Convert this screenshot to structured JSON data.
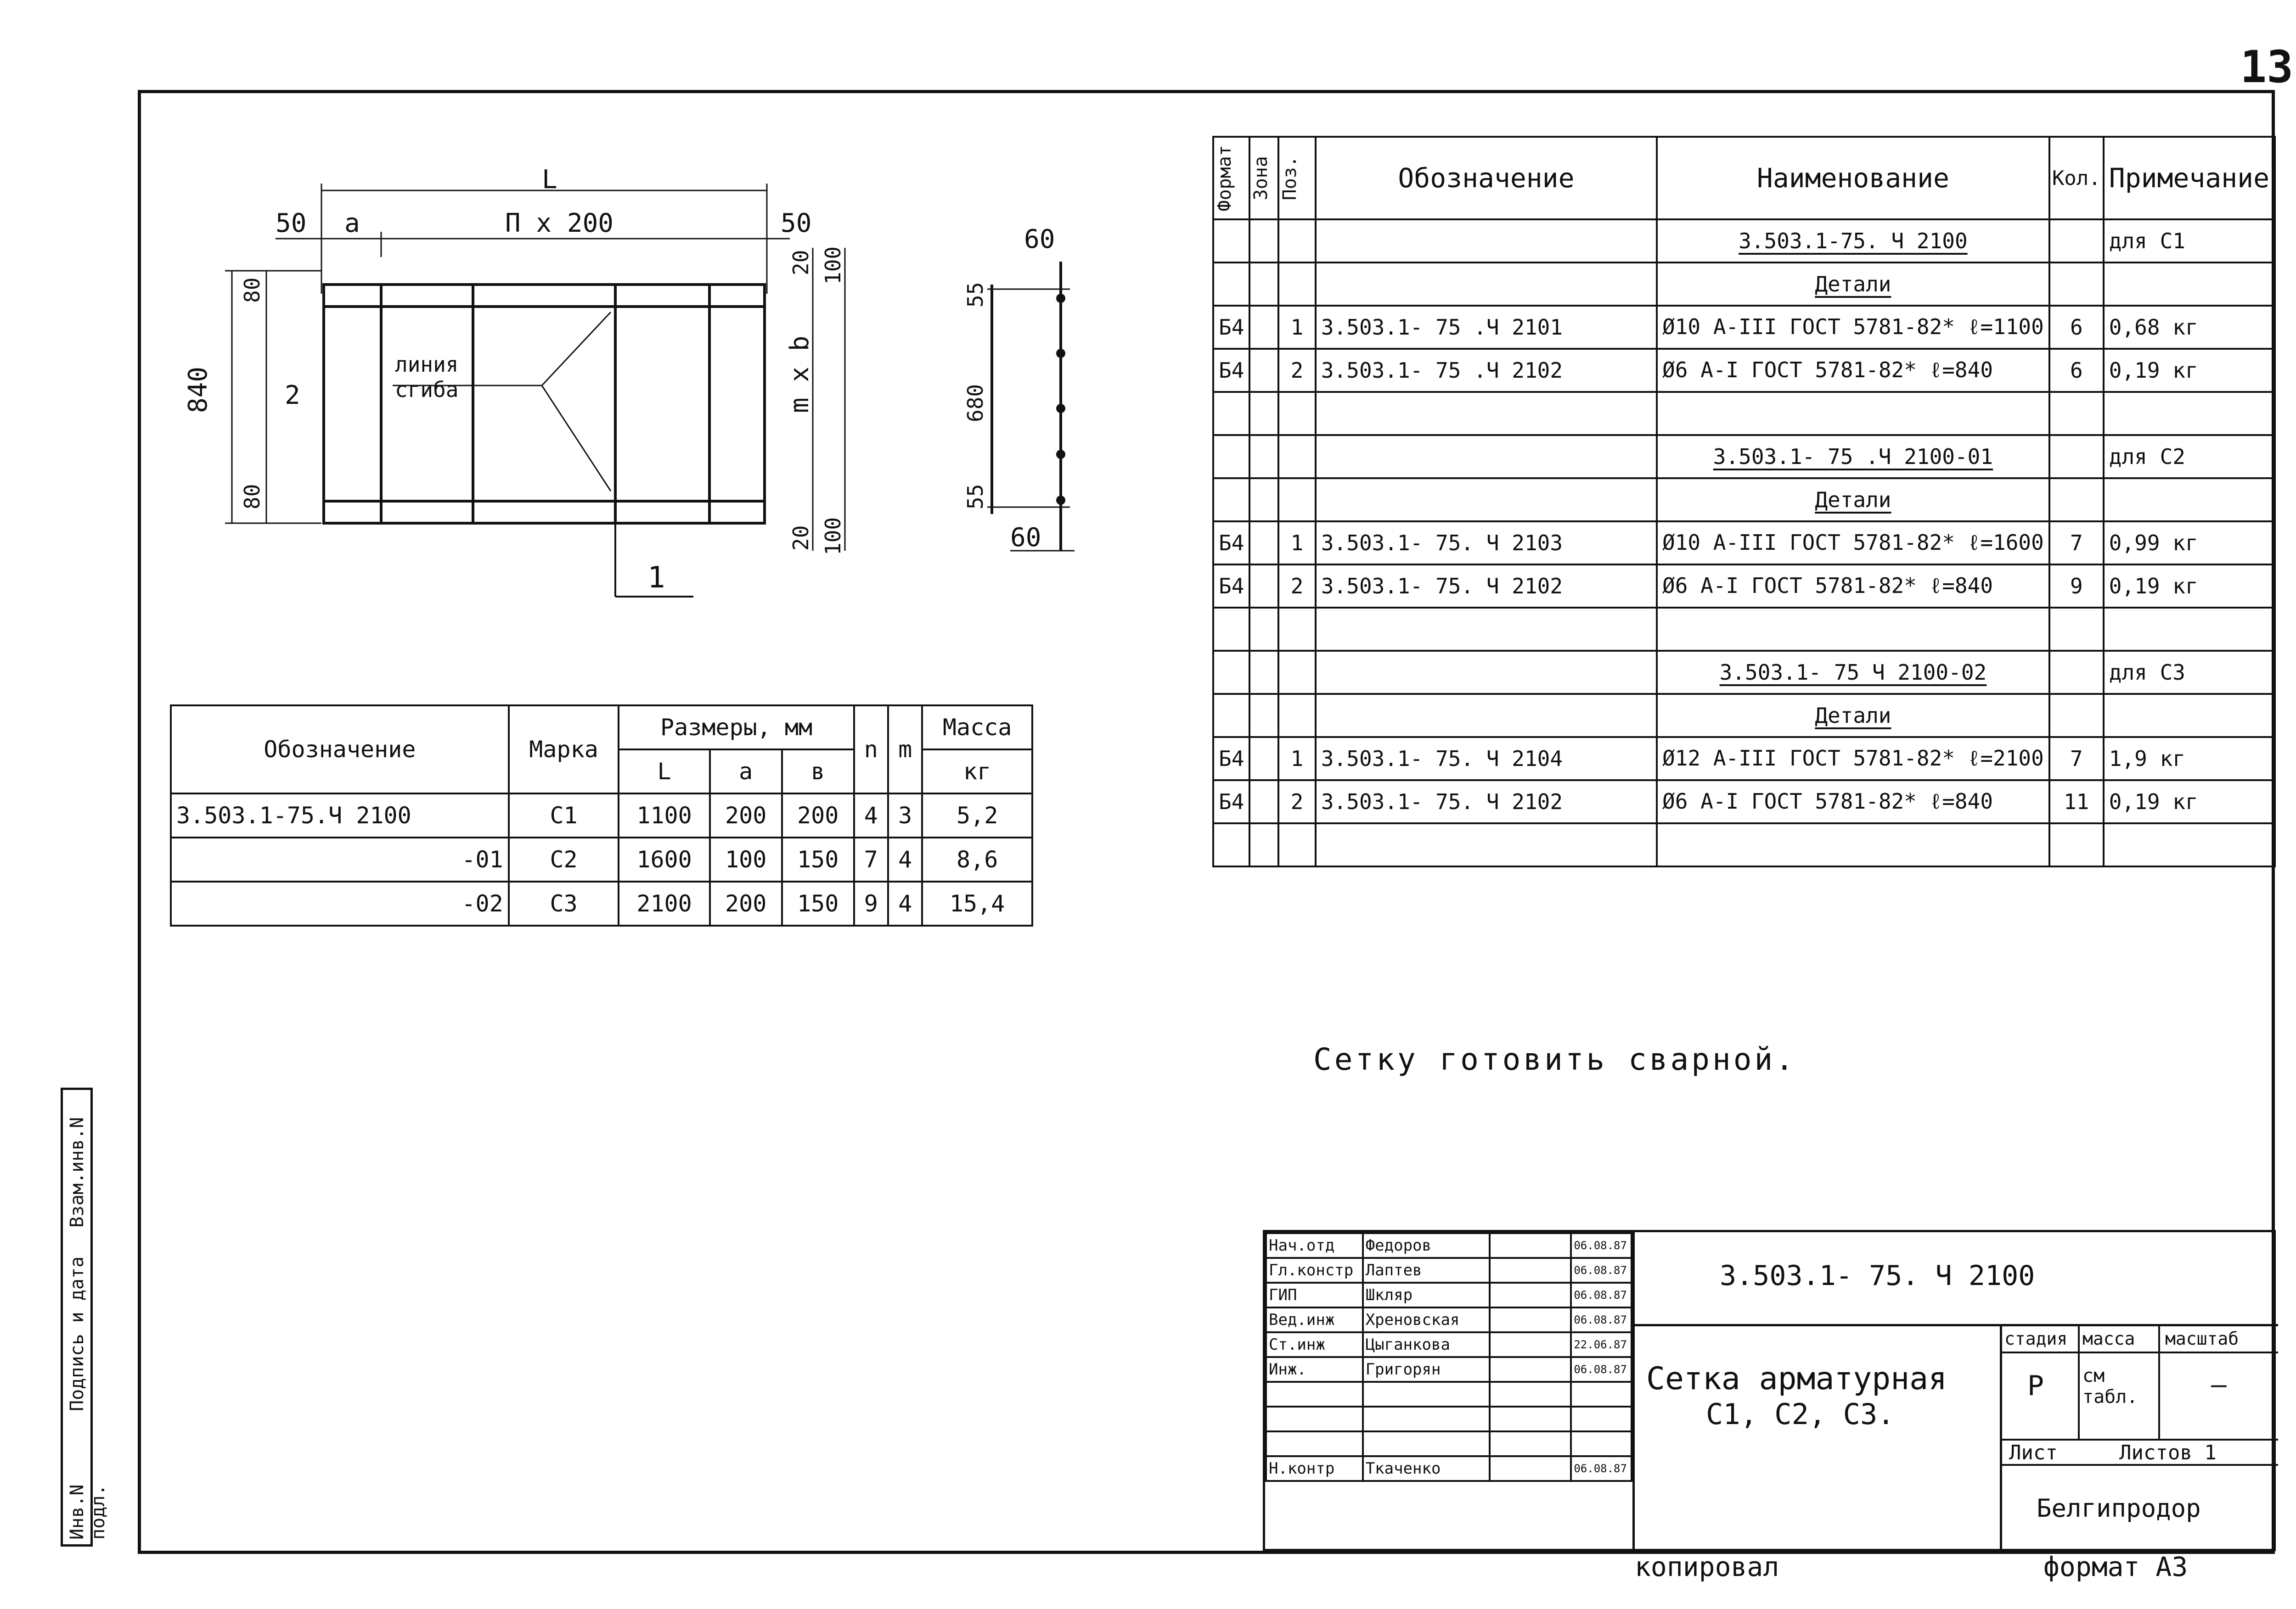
{
  "page_number": "13",
  "drawing": {
    "dim_L": "L",
    "dim_50_left": "50",
    "dim_a": "a",
    "dim_nx200": "П х 200",
    "dim_50_right": "50",
    "dim_20_top": "20",
    "dim_100_top": "100",
    "dim_80_top": "80",
    "dim_840": "840",
    "dim_2": "2",
    "dim_mxb": "m x b",
    "dim_80_bottom": "80",
    "dim_20_bottom": "20",
    "dim_100_bottom": "100",
    "bend_label_1": "линия",
    "bend_label_2": "сгиба",
    "section_mark": "1",
    "side_60_top": "60",
    "side_55_top": "55",
    "side_680": "680",
    "side_55_bottom": "55",
    "side_60_bottom": "60"
  },
  "dim_table": {
    "headers": {
      "designation": "Обозначение",
      "mark": "Марка",
      "sizes": "Размеры, мм",
      "L": "L",
      "a": "a",
      "b": "в",
      "n": "n",
      "m": "m",
      "mass": "Масса",
      "mass_unit": "кг"
    },
    "rows": [
      {
        "designation": "3.503.1-75.Ч 2100",
        "mark": "С1",
        "L": "1100",
        "a": "200",
        "b": "200",
        "n": "4",
        "m": "3",
        "mass": "5,2"
      },
      {
        "designation": "-01",
        "mark": "С2",
        "L": "1600",
        "a": "100",
        "b": "150",
        "n": "7",
        "m": "4",
        "mass": "8,6"
      },
      {
        "designation": "-02",
        "mark": "С3",
        "L": "2100",
        "a": "200",
        "b": "150",
        "n": "9",
        "m": "4",
        "mass": "15,4"
      }
    ]
  },
  "spec": {
    "headers": {
      "format": "Формат",
      "zone": "Зона",
      "pos": "Поз.",
      "designation": "Обозначение",
      "name": "Наименование",
      "qty": "Кол.",
      "note": "Примечание"
    },
    "rows": [
      {
        "format": "",
        "pos": "",
        "designation": "",
        "name": "3.503.1-75. Ч 2100",
        "name_ul": true,
        "qty": "",
        "note": "для С1"
      },
      {
        "format": "",
        "pos": "",
        "designation": "",
        "name": "Детали",
        "name_ul": true,
        "qty": "",
        "note": ""
      },
      {
        "format": "Б4",
        "pos": "1",
        "designation": "3.503.1- 75 .Ч 2101",
        "name": "Ø10 А-III ГОСТ 5781-82* ℓ=1100",
        "qty": "6",
        "note": "0,68 кг"
      },
      {
        "format": "Б4",
        "pos": "2",
        "designation": "3.503.1- 75 .Ч 2102",
        "name": "Ø6 А-I ГОСТ 5781-82* ℓ=840",
        "qty": "6",
        "note": "0,19 кг"
      },
      {
        "format": "",
        "pos": "",
        "designation": "",
        "name": "",
        "qty": "",
        "note": ""
      },
      {
        "format": "",
        "pos": "",
        "designation": "",
        "name": "3.503.1- 75 .Ч 2100-01",
        "name_ul": true,
        "qty": "",
        "note": "для С2"
      },
      {
        "format": "",
        "pos": "",
        "designation": "",
        "name": "Детали",
        "name_ul": true,
        "qty": "",
        "note": ""
      },
      {
        "format": "Б4",
        "pos": "1",
        "designation": "3.503.1- 75. Ч 2103",
        "name": "Ø10 А-III ГОСТ 5781-82* ℓ=1600",
        "qty": "7",
        "note": "0,99 кг"
      },
      {
        "format": "Б4",
        "pos": "2",
        "designation": "3.503.1- 75. Ч 2102",
        "name": "Ø6 А-I ГОСТ 5781-82* ℓ=840",
        "qty": "9",
        "note": "0,19 кг"
      },
      {
        "format": "",
        "pos": "",
        "designation": "",
        "name": "",
        "qty": "",
        "note": ""
      },
      {
        "format": "",
        "pos": "",
        "designation": "",
        "name": "3.503.1- 75 Ч 2100-02",
        "name_ul": true,
        "qty": "",
        "note": "для С3"
      },
      {
        "format": "",
        "pos": "",
        "designation": "",
        "name": "Детали",
        "name_ul": true,
        "qty": "",
        "note": ""
      },
      {
        "format": "Б4",
        "pos": "1",
        "designation": "3.503.1- 75. Ч 2104",
        "name": "Ø12 А-III ГОСТ 5781-82* ℓ=2100",
        "qty": "7",
        "note": "1,9 кг"
      },
      {
        "format": "Б4",
        "pos": "2",
        "designation": "3.503.1- 75. Ч 2102",
        "name": "Ø6 А-I ГОСТ 5781-82* ℓ=840",
        "qty": "11",
        "note": "0,19 кг"
      },
      {
        "format": "",
        "pos": "",
        "designation": "",
        "name": "",
        "qty": "",
        "note": ""
      }
    ]
  },
  "note": "Сетку готовить сварной.",
  "title_block": {
    "signatures": [
      {
        "role": "Нач.отд",
        "name": "Федоров",
        "date": "06.08.87"
      },
      {
        "role": "Гл.констр",
        "name": "Лаптев",
        "date": "06.08.87"
      },
      {
        "role": "ГИП",
        "name": "Шкляр",
        "date": "06.08.87"
      },
      {
        "role": "Вед.инж",
        "name": "Хреновская",
        "date": "06.08.87"
      },
      {
        "role": "Ст.инж",
        "name": "Цыганкова",
        "date": "22.06.87"
      },
      {
        "role": "Инж.",
        "name": "Григорян",
        "date": "06.08.87"
      },
      {
        "role": "",
        "name": "",
        "date": ""
      },
      {
        "role": "",
        "name": "",
        "date": ""
      },
      {
        "role": "",
        "name": "",
        "date": ""
      },
      {
        "role": "Н.контр",
        "name": "Ткаченко",
        "date": "06.08.87"
      }
    ],
    "code": "3.503.1- 75. Ч 2100",
    "title_line1": "Сетка арматурная",
    "title_line2": "С1, С2, С3.",
    "stage_h": "стадия",
    "mass_h": "масса",
    "scale_h": "масштаб",
    "stage": "Р",
    "mass": "см табл.",
    "scale": "—",
    "sheet": "Лист",
    "sheets": "Листов 1",
    "org": "Белгипродор"
  },
  "copied": "копировал",
  "format_label": "формат А3",
  "side_labels": {
    "inv_sub": "Инв.N подл.",
    "sign_date": "Подпись и дата",
    "replace_inv": "Взам.инв.N"
  }
}
